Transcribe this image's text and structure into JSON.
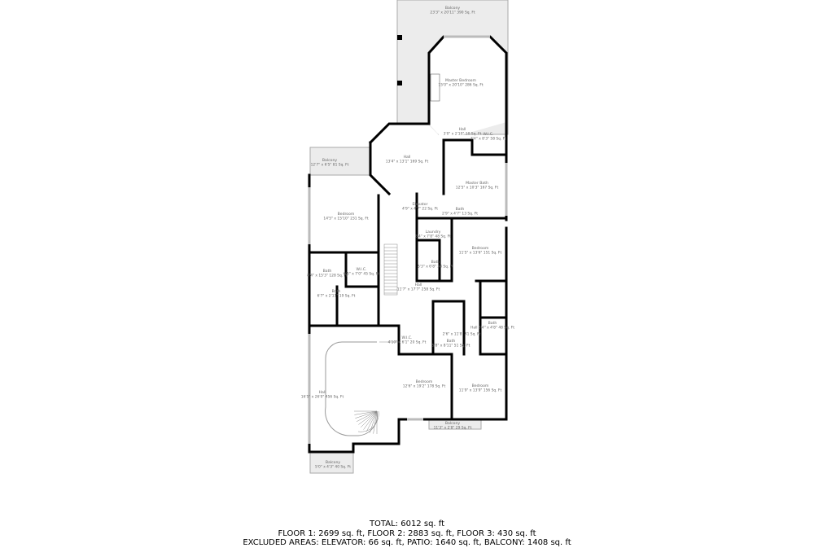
{
  "rooms": [
    {
      "name": "Balcony",
      "dims": "23'3\" x 20'11\" 390 Sq. Ft"
    },
    {
      "name": "Master Bedroom",
      "dims": "15'0\" x 20'10\" 286 Sq. Ft"
    },
    {
      "name": "Hall",
      "dims": "3'0\" x 2'10\" 10 Sq. Ft"
    },
    {
      "name": "W.I.C.",
      "dims": "7'4\" x 8'3\" 58 Sq. Ft"
    },
    {
      "name": "Hall",
      "dims": "13'4\" x 13'1\" 169 Sq. Ft"
    },
    {
      "name": "Balcony",
      "dims": "12'7\" x 6'5\" 81 Sq. Ft"
    },
    {
      "name": "Master Bath",
      "dims": "12'5\" x 10'3\" 167 Sq. Ft"
    },
    {
      "name": "Elevator",
      "dims": "4'9\" x 4'7\" 22 Sq. Ft"
    },
    {
      "name": "Bath",
      "dims": "2'9\" x 4'7\" 13 Sq. Ft"
    },
    {
      "name": "Bedroom",
      "dims": "14'5\" x 15'10\" 231 Sq. Ft"
    },
    {
      "name": "Laundry",
      "dims": "6'4\" x 7'8\" 48 Sq. Ft"
    },
    {
      "name": "Bedroom",
      "dims": "11'5\" x 13'6\" 151 Sq. Ft"
    },
    {
      "name": "Bath",
      "dims": "5'3\" x 6'8\" 34 Sq. Ft"
    },
    {
      "name": "Bath",
      "dims": "8'4\" x 15'3\" 128 Sq. Ft"
    },
    {
      "name": "W.I.C.",
      "dims": "6'5\" x 7'0\" 45 Sq. Ft"
    },
    {
      "name": "Hall",
      "dims": "11'7\" x 17'7\" 258 Sq. Ft"
    },
    {
      "name": "Bath",
      "dims": "6'7\" x 2'11\" 19 Sq. Ft"
    },
    {
      "name": "Bath",
      "dims": "Hall 3'4\" x 4'8\" 48 Sq. Ft"
    },
    {
      "name": "",
      "dims": "2'6\" x 11'8\" 41 Sq. Ft"
    },
    {
      "name": "W.I.C.",
      "dims": "4'10\" x 6'1\" 20 Sq. Ft"
    },
    {
      "name": "Bath",
      "dims": "5'8\" x 8'11\" 51 Sq. Ft"
    },
    {
      "name": "Bedroom",
      "dims": "12'6\" x 19'2\" 178 Sq. Ft"
    },
    {
      "name": "Bedroom",
      "dims": "11'9\" x 13'9\" 156 Sq. Ft"
    },
    {
      "name": "Hall",
      "dims": "16'5\" x 26'0\" 456 Sq. Ft"
    },
    {
      "name": "Balcony",
      "dims": "11'3\" x 2'8\" 29 Sq. Ft"
    },
    {
      "name": "Balcony",
      "dims": "5'0\" x 4'3\" 40 Sq. Ft"
    }
  ],
  "summary": {
    "total": "TOTAL: 6012 sq. ft",
    "floors": "FLOOR 1: 2699 sq. ft, FLOOR 2: 2883 sq. ft, FLOOR 3: 430 sq. ft",
    "excluded": "EXCLUDED AREAS: ELEVATOR: 66 sq. ft, PATIO: 1640 sq. ft, BALCONY: 1408 sq. ft"
  }
}
